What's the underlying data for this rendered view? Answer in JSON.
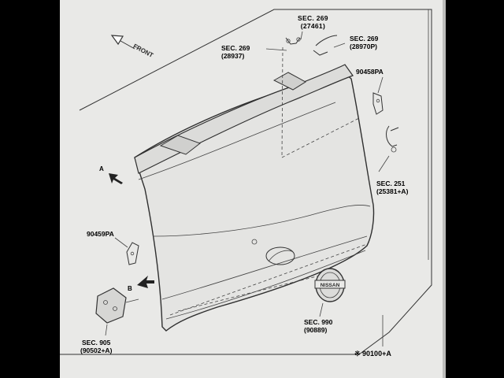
{
  "diagram": {
    "front_label": "FRONT",
    "view_a": "A",
    "view_b": "B",
    "callouts": {
      "sec269_27461": {
        "sec": "SEC. 269",
        "code": "(27461)"
      },
      "sec269_28970p": {
        "sec": "SEC. 269",
        "code": "(28970P)"
      },
      "sec269_28937": {
        "sec": "SEC. 269",
        "code": "(28937)"
      },
      "part_90458pa": {
        "code": "90458PA"
      },
      "sec251_25381a": {
        "sec": "SEC. 251",
        "code": "(25381+A)"
      },
      "part_90459pa": {
        "code": "90459PA"
      },
      "sec905_90502a": {
        "sec": "SEC. 905",
        "code": "(90502+A)"
      },
      "sec990_90889": {
        "sec": "SEC. 990",
        "code": "(90889)"
      },
      "part_90100a": {
        "code": "※ 90100+A"
      }
    }
  }
}
